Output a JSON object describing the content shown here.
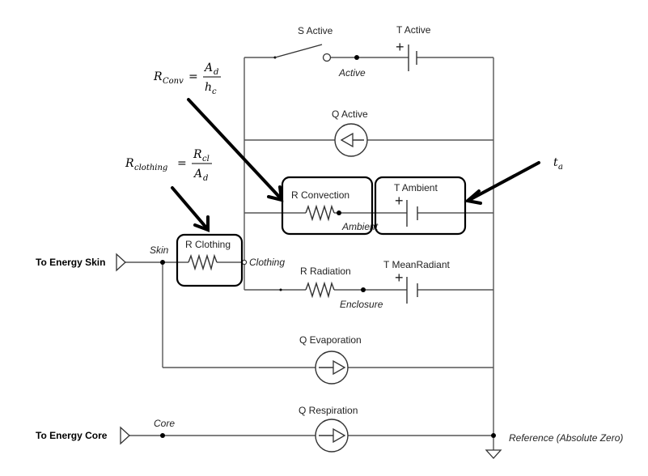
{
  "ports": {
    "energy_skin": "To Energy Skin",
    "energy_core": "To Energy Core",
    "reference": "Reference (Absolute Zero)"
  },
  "components": {
    "s_active": "S Active",
    "t_active": "T Active",
    "q_active": "Q Active",
    "r_convection": "R Convection",
    "t_ambient": "T Ambient",
    "r_clothing": "R Clothing",
    "r_radiation": "R Radiation",
    "t_meanradiant": "T MeanRadiant",
    "q_evaporation": "Q Evaporation",
    "q_respiration": "Q Respiration"
  },
  "nodes": {
    "active": "Active",
    "ambient": "Ambient",
    "skin": "Skin",
    "clothing": "Clothing",
    "enclosure": "Enclosure",
    "core": "Core"
  },
  "equations": {
    "r_conv": {
      "lhs": "R",
      "lhs_sub": "Conv",
      "num": "A",
      "num_sub": "d",
      "den": "h",
      "den_sub": "c"
    },
    "r_clothing": {
      "lhs": "R",
      "lhs_sub": "clothing",
      "num": "R",
      "num_sub": "cl",
      "den": "A",
      "den_sub": "d"
    },
    "t_a": {
      "sym": "t",
      "sub": "a"
    }
  },
  "symbols": {
    "plus": "+"
  }
}
